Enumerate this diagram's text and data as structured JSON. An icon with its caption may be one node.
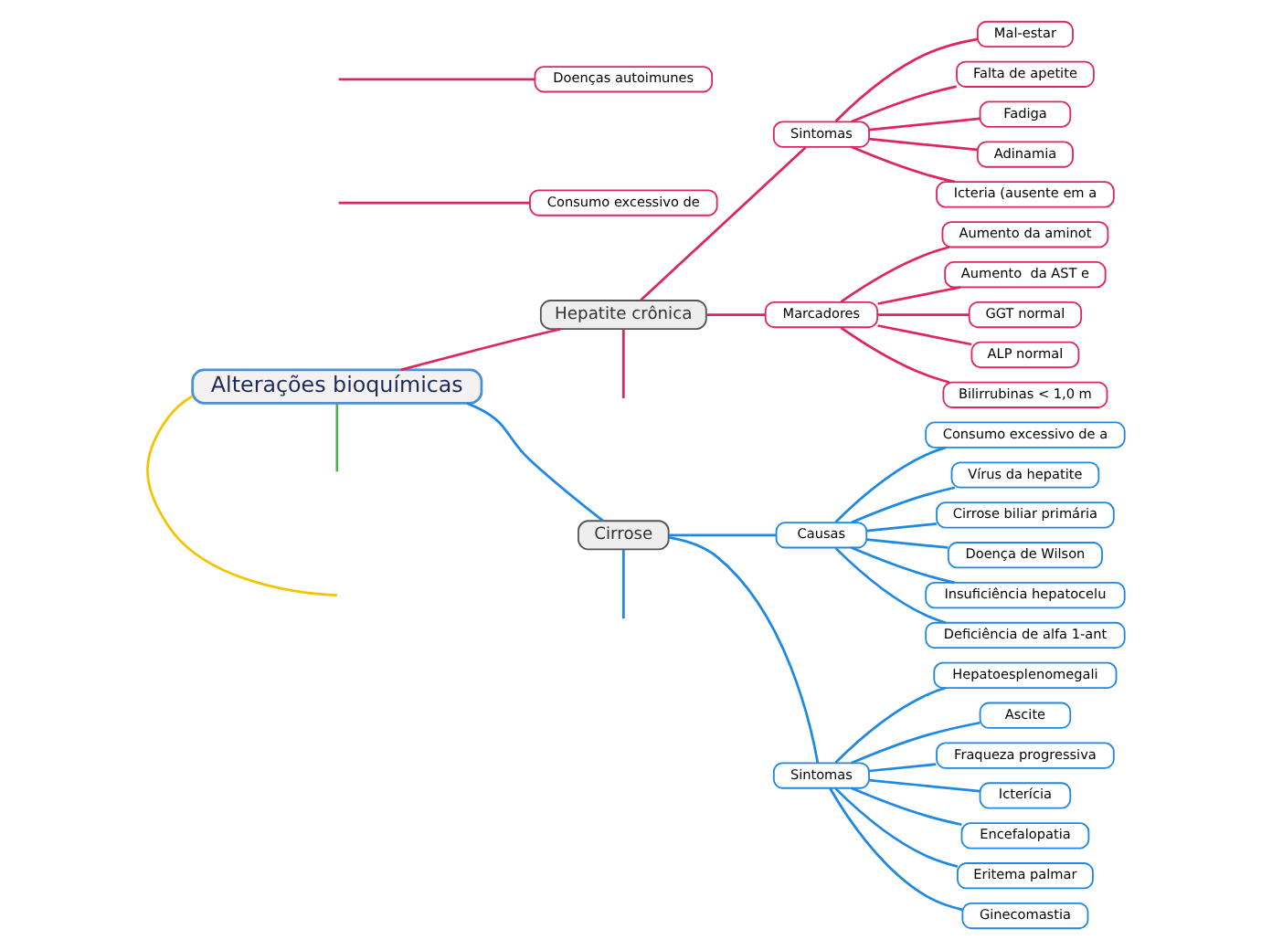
{
  "diagram": {
    "nodes": [
      {
        "text": [
          "Alterações bioquímicas"
        ]
      },
      {
        "text": [
          "Hepatite crônica"
        ]
      },
      {
        "text": [
          "Consumo excessivo de"
        ]
      },
      {
        "text": [
          "Doenças autoimunes"
        ]
      },
      {
        "text": [
          "Sintomas"
        ]
      },
      {
        "text": [
          "Mal-estar"
        ]
      },
      {
        "text": [
          "Falta de apetite"
        ]
      },
      {
        "text": [
          "Fadiga"
        ]
      },
      {
        "text": [
          "Adinamia"
        ]
      },
      {
        "text": [
          "Icteria (ausente em a"
        ]
      },
      {
        "text": [
          "Marcadores"
        ]
      },
      {
        "text": [
          "Aumento da aminot"
        ]
      },
      {
        "text": [
          "Aumento  da AST e"
        ]
      },
      {
        "text": [
          "GGT normal"
        ]
      },
      {
        "text": [
          "ALP normal"
        ]
      },
      {
        "text": [
          "Bilirrubinas < 1,0 m"
        ]
      },
      {
        "text": [
          "Cirrose"
        ]
      },
      {
        "text": [
          "Causas"
        ]
      },
      {
        "text": [
          "Consumo excessivo de a"
        ]
      },
      {
        "text": [
          "Vírus da hepatite"
        ]
      },
      {
        "text": [
          "Cirrose biliar primária"
        ]
      },
      {
        "text": [
          "Doença de Wilson"
        ]
      },
      {
        "text": [
          "Insuficiência hepatocelu"
        ]
      },
      {
        "text": [
          "Deficiência de alfa 1-ant"
        ]
      },
      {
        "text": [
          "Sintomas"
        ]
      },
      {
        "text": [
          "Hepatoesplenomegali"
        ]
      },
      {
        "text": [
          "Ascite"
        ]
      },
      {
        "text": [
          "Fraqueza progressiva"
        ]
      },
      {
        "text": [
          "Icterícia"
        ]
      },
      {
        "text": [
          "Encefalopatia"
        ]
      },
      {
        "text": [
          "Eritema palmar"
        ]
      },
      {
        "text": [
          "Ginecomastia"
        ]
      }
    ],
    "edges": [
      {
        "from": 0,
        "to": null,
        "arrow": "none",
        "color": "#f5c400"
      },
      {
        "from": 0,
        "to": 1,
        "arrow": "none",
        "color": "#e0245e"
      },
      {
        "from": 1,
        "to": null,
        "arrow": "none",
        "color": "#e0245e"
      },
      {
        "from": null,
        "to": 2,
        "arrow": "none",
        "color": "#e0245e"
      },
      {
        "from": null,
        "to": 3,
        "arrow": "none",
        "color": "#e0245e"
      },
      {
        "from": 1,
        "to": 4,
        "arrow": "none",
        "color": "#e0245e"
      },
      {
        "from": 4,
        "to": 5,
        "arrow": "none",
        "color": "#e0245e"
      },
      {
        "from": 4,
        "to": 6,
        "arrow": "none",
        "color": "#e0245e"
      },
      {
        "from": 4,
        "to": 7,
        "arrow": "none",
        "color": "#e0245e"
      },
      {
        "from": 4,
        "to": 8,
        "arrow": "none",
        "color": "#e0245e"
      },
      {
        "from": 4,
        "to": 9,
        "arrow": "none",
        "color": "#e0245e"
      },
      {
        "from": 1,
        "to": 10,
        "arrow": "none",
        "color": "#e0245e"
      },
      {
        "from": 10,
        "to": 11,
        "arrow": "none",
        "color": "#e0245e"
      },
      {
        "from": 10,
        "to": 12,
        "arrow": "none",
        "color": "#e0245e"
      },
      {
        "from": 10,
        "to": 13,
        "arrow": "none",
        "color": "#e0245e"
      },
      {
        "from": 10,
        "to": 14,
        "arrow": "none",
        "color": "#e0245e"
      },
      {
        "from": 10,
        "to": 15,
        "arrow": "none",
        "color": "#e0245e"
      },
      {
        "from": 0,
        "to": 16,
        "arrow": "none"
      },
      {
        "from": 16,
        "to": 17,
        "arrow": "none"
      },
      {
        "from": 17,
        "to": 18,
        "arrow": "none"
      },
      {
        "from": 17,
        "to": 19,
        "arrow": "none"
      },
      {
        "from": 17,
        "to": 20,
        "arrow": "none"
      },
      {
        "from": 17,
        "to": 21,
        "arrow": "none"
      },
      {
        "from": 17,
        "to": 22,
        "arrow": "none"
      },
      {
        "from": 17,
        "to": 23,
        "arrow": "none"
      },
      {
        "from": 16,
        "to": 24,
        "arrow": "none"
      },
      {
        "from": 24,
        "to": 25,
        "arrow": "none"
      },
      {
        "from": 24,
        "to": 26,
        "arrow": "none"
      },
      {
        "from": 24,
        "to": 27,
        "arrow": "none"
      },
      {
        "from": 24,
        "to": 28,
        "arrow": "none"
      },
      {
        "from": 24,
        "to": 29,
        "arrow": "none"
      },
      {
        "from": 24,
        "to": 30,
        "arrow": "none"
      },
      {
        "from": 24,
        "to": 31,
        "arrow": "none"
      },
      {
        "from": 16,
        "to": null,
        "arrow": "none"
      },
      {
        "from": 0,
        "to": null,
        "arrow": "none",
        "color": "#4caf50"
      }
    ]
  }
}
